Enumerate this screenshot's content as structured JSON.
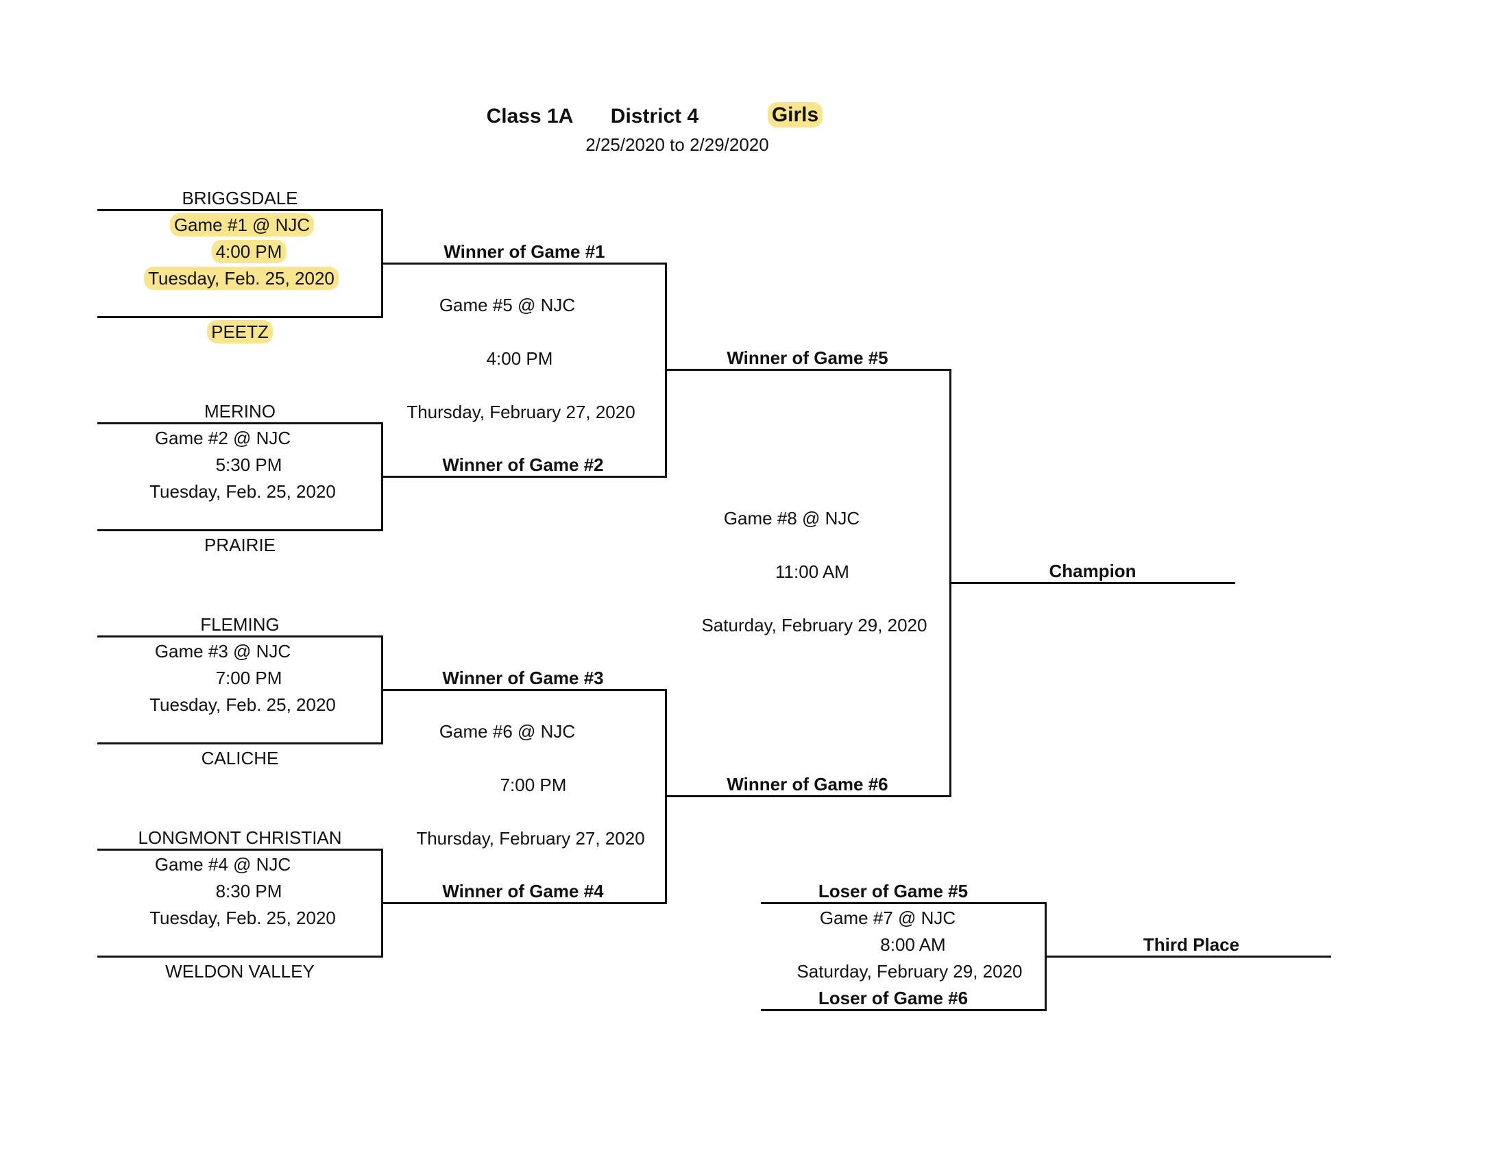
{
  "header": {
    "class": "Class 1A",
    "district": "District 4",
    "gender": "Girls",
    "dates": "2/25/2020 to 2/29/2020"
  },
  "round1": [
    {
      "top_team": "BRIGGSDALE",
      "game": "Game #1 @ NJC",
      "time": "4:00 PM",
      "date": "Tuesday, Feb. 25, 2020",
      "bottom_team": "PEETZ"
    },
    {
      "top_team": "MERINO",
      "game": "Game #2 @ NJC",
      "time": "5:30 PM",
      "date": "Tuesday, Feb. 25, 2020",
      "bottom_team": "PRAIRIE"
    },
    {
      "top_team": "FLEMING",
      "game": "Game #3 @ NJC",
      "time": "7:00 PM",
      "date": "Tuesday, Feb. 25, 2020",
      "bottom_team": "CALICHE"
    },
    {
      "top_team": "LONGMONT CHRISTIAN",
      "game": "Game #4 @ NJC",
      "time": "8:30 PM",
      "date": "Tuesday, Feb. 25, 2020",
      "bottom_team": "WELDON VALLEY"
    }
  ],
  "round2": [
    {
      "top": "Winner of Game #1",
      "game": "Game #5 @ NJC",
      "time": "4:00 PM",
      "date": "Thursday, February 27, 2020",
      "bottom": "Winner of Game #2"
    },
    {
      "top": "Winner of Game #3",
      "game": "Game #6 @ NJC",
      "time": "7:00 PM",
      "date": "Thursday, February 27, 2020",
      "bottom": "Winner of Game #4"
    }
  ],
  "final": {
    "top": "Winner of Game #5",
    "game": "Game #8 @ NJC",
    "time": "11:00 AM",
    "date": "Saturday, February 29, 2020",
    "bottom": "Winner of Game #6",
    "result": "Champion"
  },
  "third_place": {
    "top": "Loser of Game #5",
    "game": "Game #7 @ NJC",
    "time": "8:00 AM",
    "date": "Saturday, February 29, 2020",
    "bottom": "Loser of Game #6",
    "result": "Third Place"
  },
  "highlight_color": "#f8e58c"
}
